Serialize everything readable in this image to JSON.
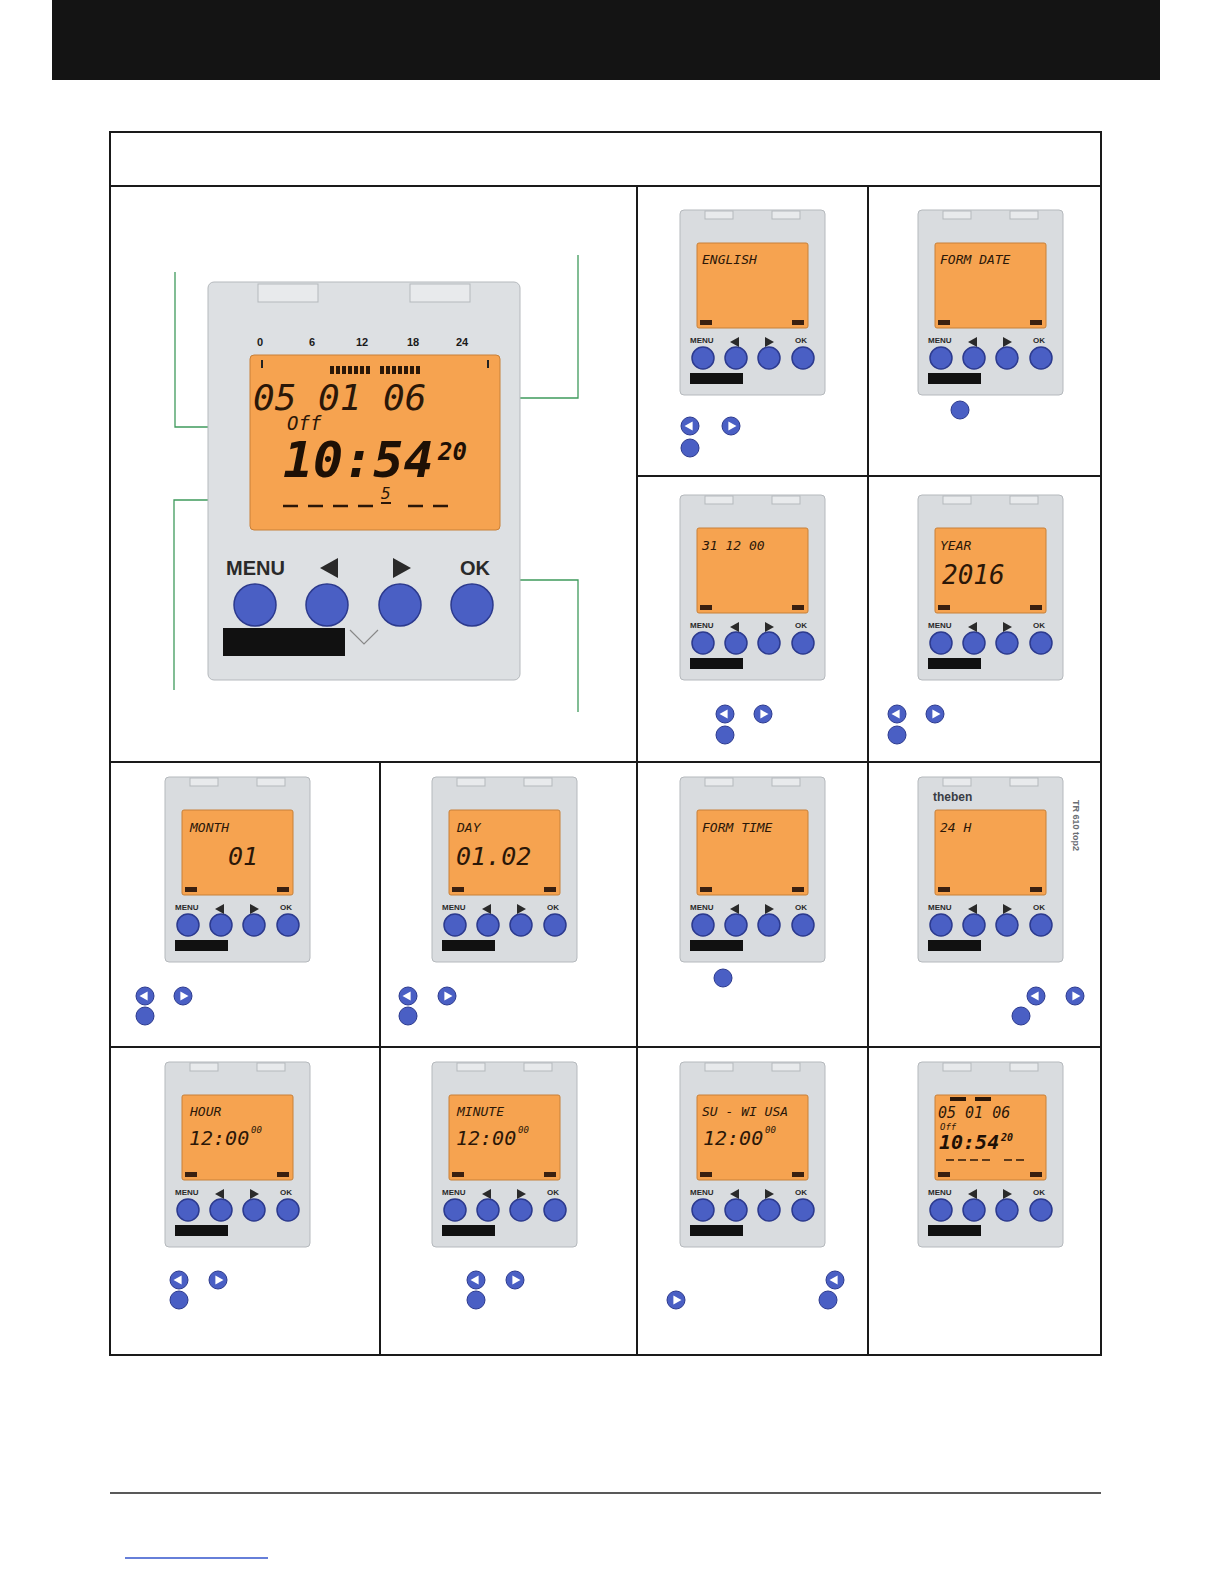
{
  "diagram": {
    "labels": [
      "0",
      "6",
      "12",
      "18",
      "24",
      "05 01 06",
      "Off",
      "10:54",
      "20",
      "5",
      "MENU",
      "OK",
      "ENGLISH",
      "MENU",
      "OK",
      "FORM DATE",
      "MENU",
      "OK",
      "31 12 00",
      "MENU",
      "OK",
      "YEAR",
      "2016",
      "MENU",
      "OK",
      "MONTH",
      "01",
      "MENU",
      "OK",
      "DAY",
      "01.02",
      "MENU",
      "OK",
      "FORM TIME",
      "MENU",
      "OK",
      "theben",
      "24 H",
      "TR 610 top2",
      "MENU",
      "OK",
      "HOUR",
      "12:00",
      "00",
      "MENU",
      "OK",
      "MINUTE",
      "12:00",
      "00",
      "MENU",
      "OK",
      "SU - WI USA",
      "12:00",
      "00",
      "MENU",
      "OK",
      "05 01 06",
      "Off",
      "10:54",
      "20",
      "MENU",
      "OK"
    ]
  }
}
